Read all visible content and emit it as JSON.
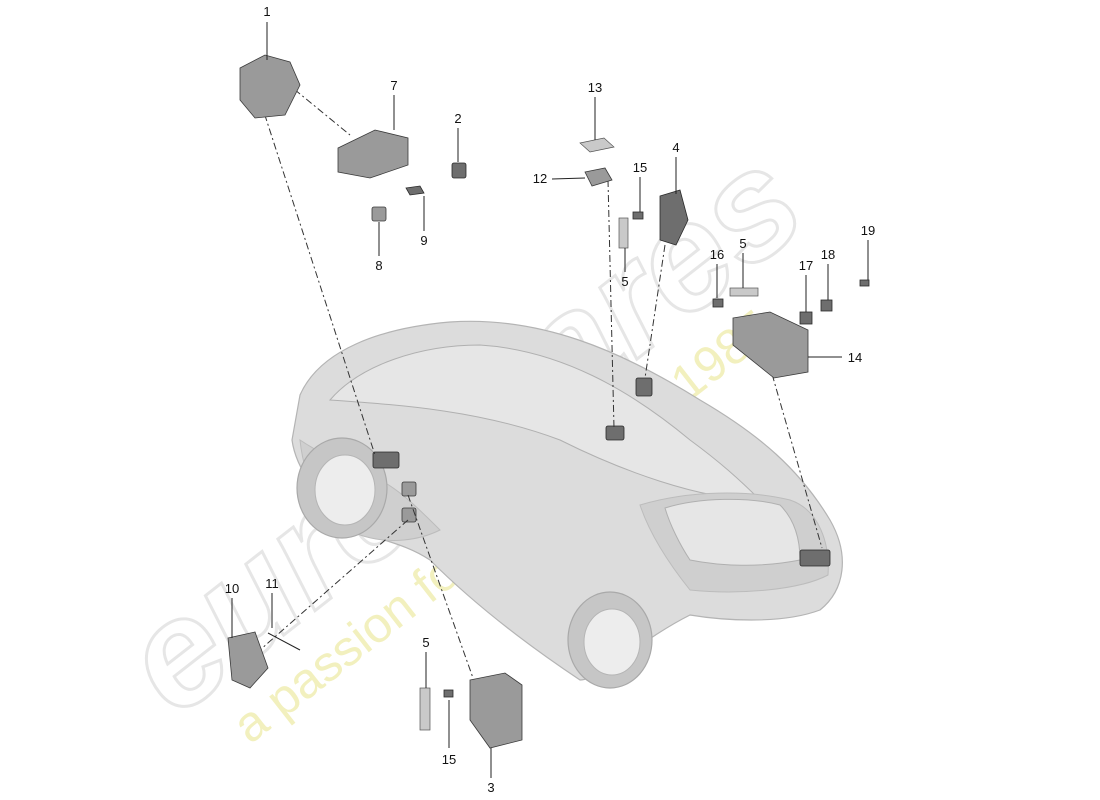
{
  "watermark": {
    "logo": "eurospares",
    "tagline": "a passion for parts since 1985"
  },
  "callouts": [
    "1",
    "7",
    "2",
    "13",
    "12",
    "15",
    "4",
    "8",
    "9",
    "5",
    "16",
    "5",
    "17",
    "18",
    "19",
    "14",
    "10",
    "11",
    "5",
    "15",
    "3"
  ]
}
